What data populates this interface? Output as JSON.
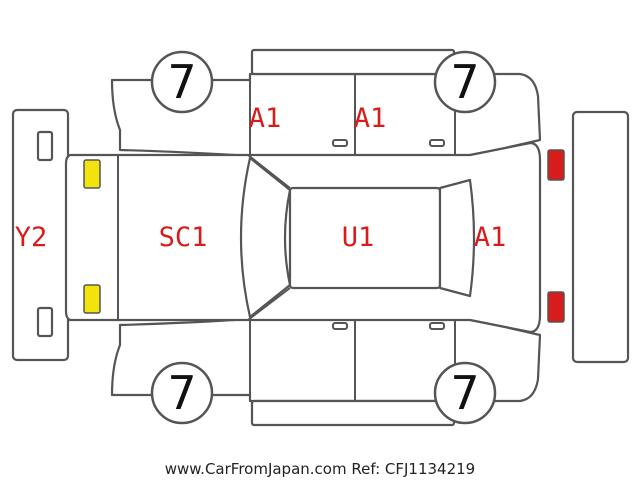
{
  "tires": {
    "front_left": "7",
    "front_right": "7",
    "rear_left": "7",
    "rear_right": "7"
  },
  "panels": {
    "top_front_door": "A1",
    "top_rear_door": "A1",
    "front_bumper": "Y2",
    "hood": "SC1",
    "roof": "U1",
    "rear_window": "A1"
  },
  "colors": {
    "damage_code": "#d81c1c",
    "outline": "#555555",
    "headlight": "#f4e20c",
    "taillight": "#d81c1c"
  },
  "footer_text": "www.CarFromJapan.com Ref: CFJ1134219"
}
